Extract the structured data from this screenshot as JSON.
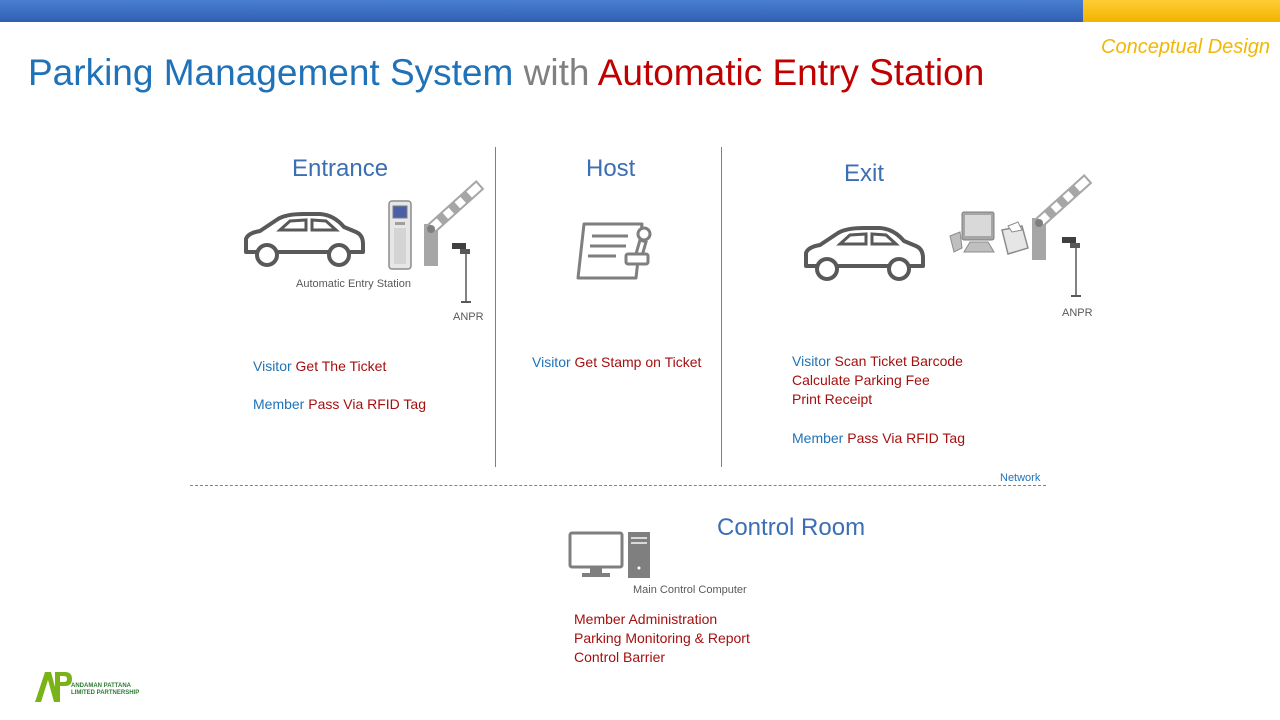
{
  "header": {
    "tag": "Conceptual Design",
    "title_part1": "Parking Management System",
    "title_part2": "with",
    "title_part3": "Automatic Entry Station"
  },
  "entrance": {
    "heading": "Entrance",
    "device_label": "Automatic Entry Station",
    "anpr_label": "ANPR",
    "visitor_label": "Visitor",
    "visitor_action": "Get The Ticket",
    "member_label": "Member",
    "member_action": "Pass Via RFID Tag"
  },
  "host": {
    "heading": "Host",
    "visitor_label": "Visitor",
    "visitor_action": "Get Stamp on Ticket"
  },
  "exit": {
    "heading": "Exit",
    "anpr_label": "ANPR",
    "visitor_label": "Visitor",
    "visitor_actions": [
      "Scan Ticket Barcode",
      "Calculate Parking Fee",
      "Print Receipt"
    ],
    "member_label": "Member",
    "member_action": "Pass Via RFID Tag"
  },
  "network": {
    "label": "Network"
  },
  "control_room": {
    "heading": "Control Room",
    "device_label": "Main Control Computer",
    "functions": [
      "Member Administration",
      "Parking Monitoring & Report",
      "Control Barrier"
    ]
  },
  "logo": {
    "line1": "ANDAMAN PATTANA",
    "line2": "LIMITED PARTNERSHIP"
  },
  "colors": {
    "accent_blue": "#1f72b8",
    "accent_red": "#c00000",
    "accent_gold": "#f2b705",
    "logo_green": "#7ab317"
  }
}
